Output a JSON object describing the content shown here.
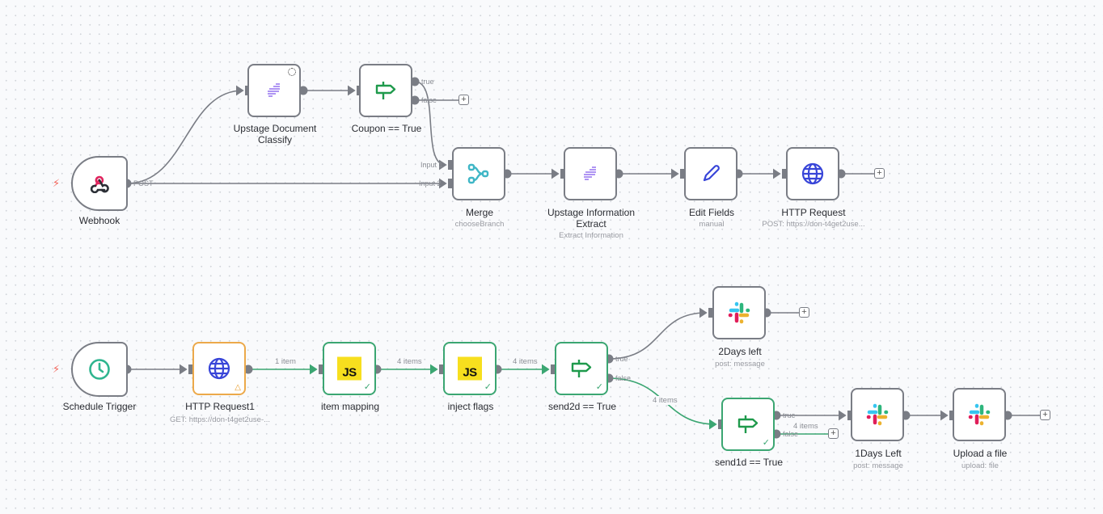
{
  "workflow": {
    "nodes": {
      "webhook": {
        "label": "Webhook",
        "icon": "webhook-icon",
        "output_label": "POST"
      },
      "upstage_classify": {
        "label_line1": "Upstage Document",
        "label_line2": "Classify",
        "icon": "upstage-icon"
      },
      "coupon_if": {
        "label": "Coupon == True",
        "icon": "signpost-icon",
        "outputs": [
          "true",
          "false"
        ]
      },
      "merge": {
        "label": "Merge",
        "sublabel": "chooseBranch",
        "icon": "merge-icon",
        "inputs": [
          "Input 1",
          "Input 2"
        ]
      },
      "upstage_extract": {
        "label_line1": "Upstage Information",
        "label_line2": "Extract",
        "sublabel": "Extract Information",
        "icon": "upstage-icon"
      },
      "edit_fields": {
        "label": "Edit Fields",
        "sublabel": "manual",
        "icon": "pencil-icon"
      },
      "http_request": {
        "label": "HTTP Request",
        "sublabel": "POST: https://don-t4get2use...",
        "icon": "globe-icon"
      },
      "schedule_trigger": {
        "label": "Schedule Trigger",
        "icon": "clock-icon"
      },
      "http_request1": {
        "label": "HTTP Request1",
        "sublabel": "GET: https://don-t4get2use-...",
        "icon": "globe-icon",
        "status": "warning"
      },
      "item_mapping": {
        "label": "item mapping",
        "icon_text": "JS",
        "status": "success"
      },
      "inject_flags": {
        "label": "inject flags",
        "icon_text": "JS",
        "status": "success"
      },
      "send2d_if": {
        "label": "send2d == True",
        "icon": "signpost-icon",
        "outputs": [
          "true",
          "false"
        ],
        "status": "success"
      },
      "two_days_left": {
        "label": "2Days left",
        "sublabel": "post: message",
        "icon": "slack-icon"
      },
      "send1d_if": {
        "label": "send1d == True",
        "icon": "signpost-icon",
        "outputs": [
          "true",
          "false"
        ],
        "status": "success"
      },
      "one_days_left": {
        "label": "1Days Left",
        "sublabel": "post: message",
        "icon": "slack-icon"
      },
      "upload_file": {
        "label": "Upload a file",
        "sublabel": "upload: file",
        "icon": "slack-icon"
      }
    },
    "edge_labels": {
      "http1_to_mapping": "1 item",
      "mapping_to_inject": "4 items",
      "inject_to_send2d": "4 items",
      "send2d_false_to_send1d": "4 items",
      "send1d_false": "4 items"
    },
    "add_button_label": "+",
    "colors": {
      "success": "#3ba672",
      "warning": "#eca94a",
      "node_border": "#7a7d85",
      "trigger_bolt": "#f2645a"
    }
  }
}
